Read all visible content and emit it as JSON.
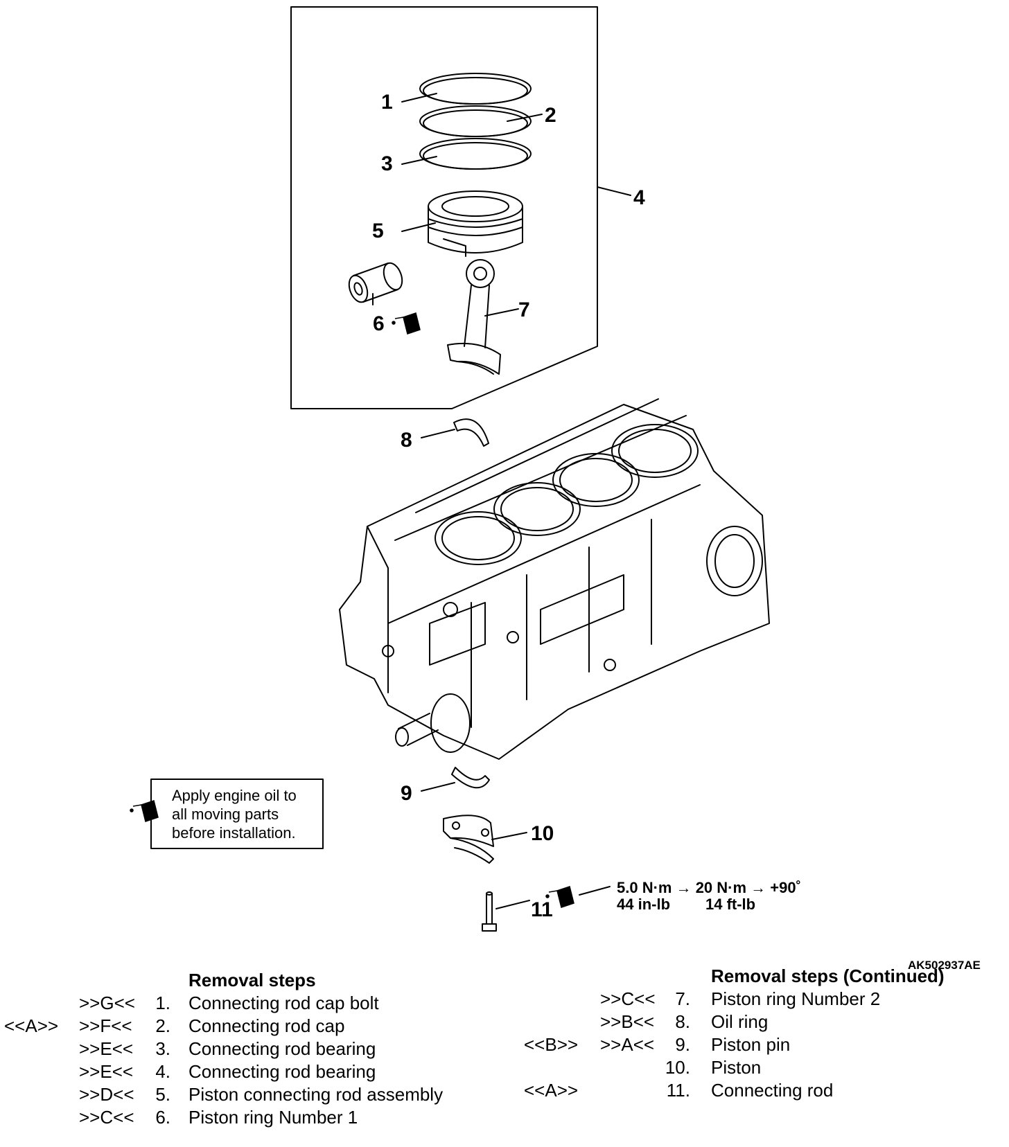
{
  "figure_id": "AK502937AE",
  "callouts": [
    "1",
    "2",
    "3",
    "4",
    "5",
    "6",
    "7",
    "8",
    "9",
    "10",
    "11"
  ],
  "torque": {
    "line1": "5.0 N·m → 20 N·m → +90˚",
    "line2_a": "44 in-lb",
    "line2_b": "14 ft-lb"
  },
  "note": {
    "icon": "oil-can-icon",
    "lines": [
      "Apply engine oil to",
      "all moving parts",
      "before installation."
    ]
  },
  "left_list": {
    "heading": "Removal steps",
    "rows": [
      {
        "pre": "",
        "inst": ">>G<<",
        "num": "1.",
        "name": "Connecting rod cap bolt"
      },
      {
        "pre": "<<A>>",
        "inst": ">>F<<",
        "num": "2.",
        "name": "Connecting rod cap"
      },
      {
        "pre": "",
        "inst": ">>E<<",
        "num": "3.",
        "name": "Connecting rod bearing"
      },
      {
        "pre": "",
        "inst": ">>E<<",
        "num": "4.",
        "name": "Connecting rod bearing"
      },
      {
        "pre": "",
        "inst": ">>D<<",
        "num": "5.",
        "name": "Piston connecting rod assembly"
      },
      {
        "pre": "",
        "inst": ">>C<<",
        "num": "6.",
        "name": "Piston ring Number 1"
      }
    ]
  },
  "right_list": {
    "heading": "Removal steps (Continued)",
    "rows": [
      {
        "pre": "",
        "inst": ">>C<<",
        "num": "7.",
        "name": "Piston ring Number 2"
      },
      {
        "pre": "",
        "inst": ">>B<<",
        "num": "8.",
        "name": "Oil ring"
      },
      {
        "pre": "<<B>>",
        "inst": ">>A<<",
        "num": "9.",
        "name": "Piston pin"
      },
      {
        "pre": "",
        "inst": "",
        "num": "10.",
        "name": "Piston"
      },
      {
        "pre": "<<A>>",
        "inst": "",
        "num": "11.",
        "name": "Connecting rod"
      }
    ]
  }
}
